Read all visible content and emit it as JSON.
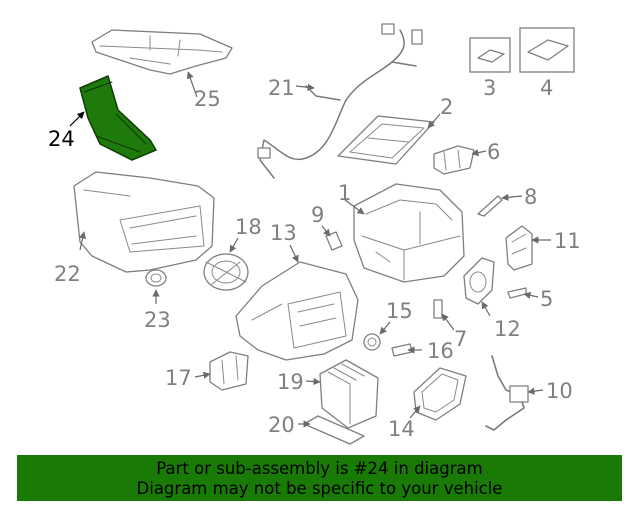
{
  "diagram": {
    "highlight_color": "#1e7a0a",
    "highlighted_part": "24",
    "callouts": [
      "1",
      "2",
      "3",
      "4",
      "5",
      "6",
      "7",
      "8",
      "9",
      "10",
      "11",
      "12",
      "13",
      "14",
      "15",
      "16",
      "17",
      "18",
      "19",
      "20",
      "21",
      "22",
      "23",
      "24",
      "25"
    ]
  },
  "banner": {
    "line1": "Part or sub-assembly is #24 in diagram",
    "line2": "Diagram may not be specific to your vehicle",
    "color": "#197a06"
  }
}
